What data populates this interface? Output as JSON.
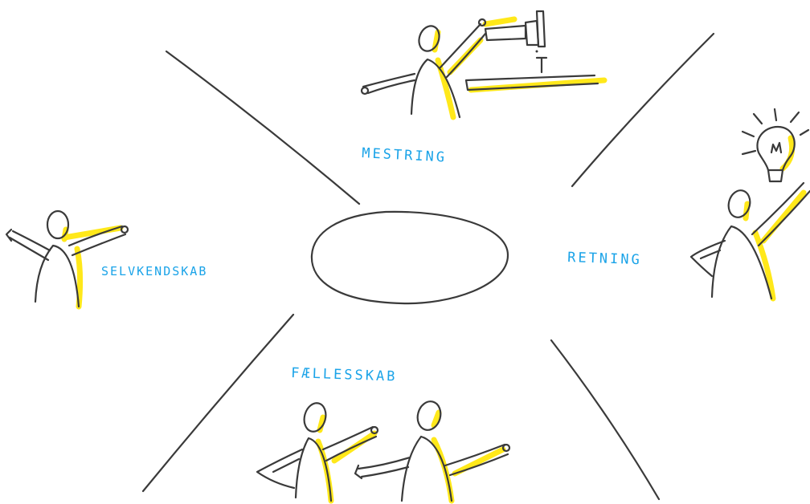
{
  "labels": {
    "top": "MESTRING",
    "left": "SELVKENDSKAB",
    "right": "RETNING",
    "bottom": "FÆLLESSKAB"
  },
  "colors": {
    "label": "#1aa3e8",
    "ink": "#3a3a3a",
    "highlight": "#ffe81a",
    "background": "#ffffff"
  }
}
